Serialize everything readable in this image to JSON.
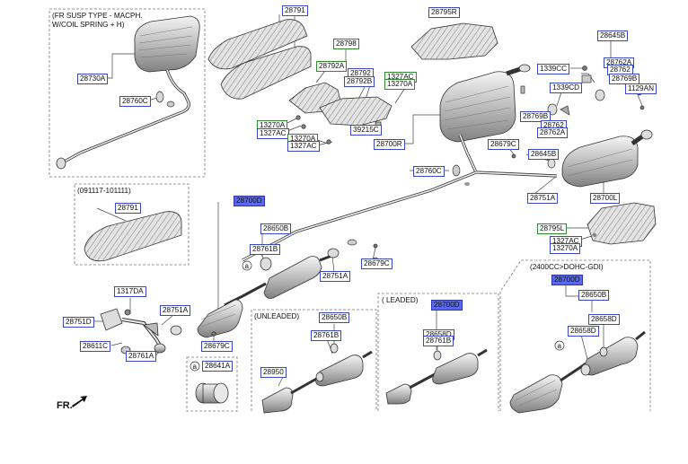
{
  "notes": {
    "fr_susp_line1": "(FR SUSP TYPE - MACPH.",
    "fr_susp_line2": "W/COIL SPRING + H)",
    "date_range": "(091117-101111)",
    "unleaded": "(UNLEADED)",
    "leaded": "( LEADED)",
    "engine": "(2400CC>DOHC-GDI)",
    "front": "FR."
  },
  "callouts": {
    "a1": "a",
    "a2": "a",
    "a3": "a"
  },
  "labels": [
    {
      "id": "l1",
      "text": "28730A",
      "style": "b"
    },
    {
      "id": "l2",
      "text": "28760C",
      "style": "b"
    },
    {
      "id": "l3",
      "text": "28791",
      "style": "b"
    },
    {
      "id": "l4",
      "text": "28798",
      "style": "g"
    },
    {
      "id": "l5",
      "text": "28792A",
      "style": "g"
    },
    {
      "id": "l6",
      "text": "28792",
      "style": "b"
    },
    {
      "id": "l7",
      "text": "28792B",
      "style": "b"
    },
    {
      "id": "l8",
      "text": "1327AC",
      "style": "g"
    },
    {
      "id": "l9",
      "text": "13270A",
      "style": "g"
    },
    {
      "id": "l10",
      "text": "28795R",
      "style": "b"
    },
    {
      "id": "l11",
      "text": "13270A",
      "style": "g"
    },
    {
      "id": "l12",
      "text": "1327AC",
      "style": "b"
    },
    {
      "id": "l13",
      "text": "13270A",
      "style": "g"
    },
    {
      "id": "l14",
      "text": "1327AC",
      "style": "b"
    },
    {
      "id": "l15",
      "text": "39215C",
      "style": "b"
    },
    {
      "id": "l16",
      "text": "28700R",
      "style": "b"
    },
    {
      "id": "l17",
      "text": "28645B",
      "style": "b"
    },
    {
      "id": "l18",
      "text": "1339CC",
      "style": "b"
    },
    {
      "id": "l19",
      "text": "28762A",
      "style": "b"
    },
    {
      "id": "l20",
      "text": "28762",
      "style": "b"
    },
    {
      "id": "l21",
      "text": "28769B",
      "style": "b"
    },
    {
      "id": "l22",
      "text": "1129AN",
      "style": "b"
    },
    {
      "id": "l23",
      "text": "1339CD",
      "style": "b"
    },
    {
      "id": "l24",
      "text": "28769B",
      "style": "b"
    },
    {
      "id": "l25",
      "text": "28762",
      "style": "b"
    },
    {
      "id": "l26",
      "text": "28762A",
      "style": "b"
    },
    {
      "id": "l27",
      "text": "28679C",
      "style": "b"
    },
    {
      "id": "l28",
      "text": "28645B",
      "style": "b"
    },
    {
      "id": "l29",
      "text": "28760C",
      "style": "b"
    },
    {
      "id": "l30",
      "text": "28751A",
      "style": "b"
    },
    {
      "id": "l31",
      "text": "28700L",
      "style": "b"
    },
    {
      "id": "l32",
      "text": "28791",
      "style": "b"
    },
    {
      "id": "l33",
      "text": "28700D",
      "style": "hl"
    },
    {
      "id": "l34",
      "text": "28650B",
      "style": "b"
    },
    {
      "id": "l35",
      "text": "28761B",
      "style": "b"
    },
    {
      "id": "l36",
      "text": "28795L",
      "style": "g"
    },
    {
      "id": "l37",
      "text": "1327AC",
      "style": "b"
    },
    {
      "id": "l38",
      "text": "13270A",
      "style": "b"
    },
    {
      "id": "l39",
      "text": "28679C",
      "style": "b"
    },
    {
      "id": "l40",
      "text": "28751A",
      "style": "b"
    },
    {
      "id": "l41",
      "text": "1317DA",
      "style": "b"
    },
    {
      "id": "l42",
      "text": "28751D",
      "style": "b"
    },
    {
      "id": "l43",
      "text": "28751A",
      "style": "b"
    },
    {
      "id": "l44",
      "text": "28611C",
      "style": "b"
    },
    {
      "id": "l45",
      "text": "28761A",
      "style": "b"
    },
    {
      "id": "l46",
      "text": "28679C",
      "style": "b"
    },
    {
      "id": "l47",
      "text": "28641A",
      "style": "b"
    },
    {
      "id": "l48",
      "text": "28650B",
      "style": "b"
    },
    {
      "id": "l49",
      "text": "28761B",
      "style": "b"
    },
    {
      "id": "l50",
      "text": "28950",
      "style": "b"
    },
    {
      "id": "l51",
      "text": "28700D",
      "style": "hl"
    },
    {
      "id": "l52",
      "text": "28658D",
      "style": "b"
    },
    {
      "id": "l53",
      "text": "28761B",
      "style": "b"
    },
    {
      "id": "l54",
      "text": "28700D",
      "style": "hl"
    },
    {
      "id": "l55",
      "text": "28650B",
      "style": "b"
    },
    {
      "id": "l56",
      "text": "28658D",
      "style": "b"
    },
    {
      "id": "l57",
      "text": "28658D",
      "style": "b"
    }
  ],
  "colors": {
    "label_border_blue": "#3848c8",
    "label_border_green": "#2e8b2e",
    "label_highlight": "#5a68f0",
    "line": "#333333"
  }
}
